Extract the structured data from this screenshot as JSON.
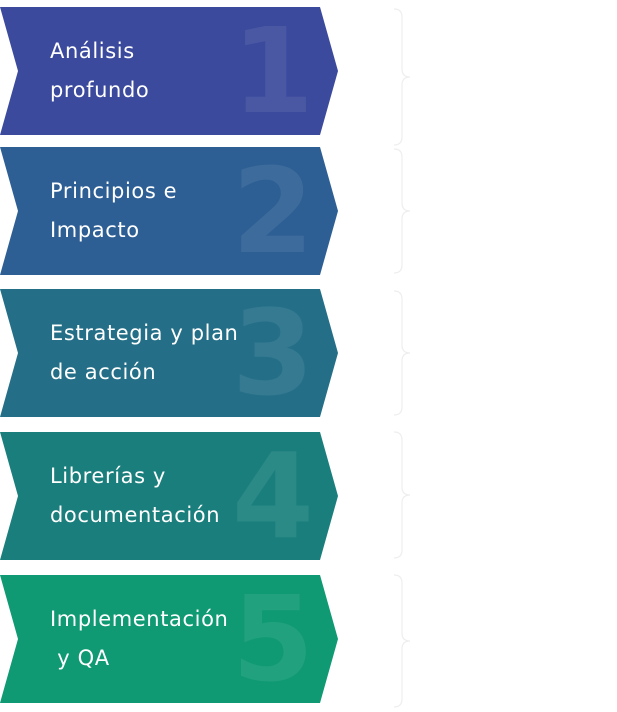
{
  "steps": [
    {
      "number": "1",
      "label": "Análisis\nprofundo",
      "color": "#3b4a9d"
    },
    {
      "number": "2",
      "label": "Principios e\nImpacto",
      "color": "#2d5f94"
    },
    {
      "number": "3",
      "label": "Estrategia y plan\nde acción",
      "color": "#246f87"
    },
    {
      "number": "4",
      "label": "Librerías y\ndocumentación",
      "color": "#1a7f7c"
    },
    {
      "number": "5",
      "label": "Implementación\n y QA",
      "color": "#0f9a74"
    }
  ]
}
